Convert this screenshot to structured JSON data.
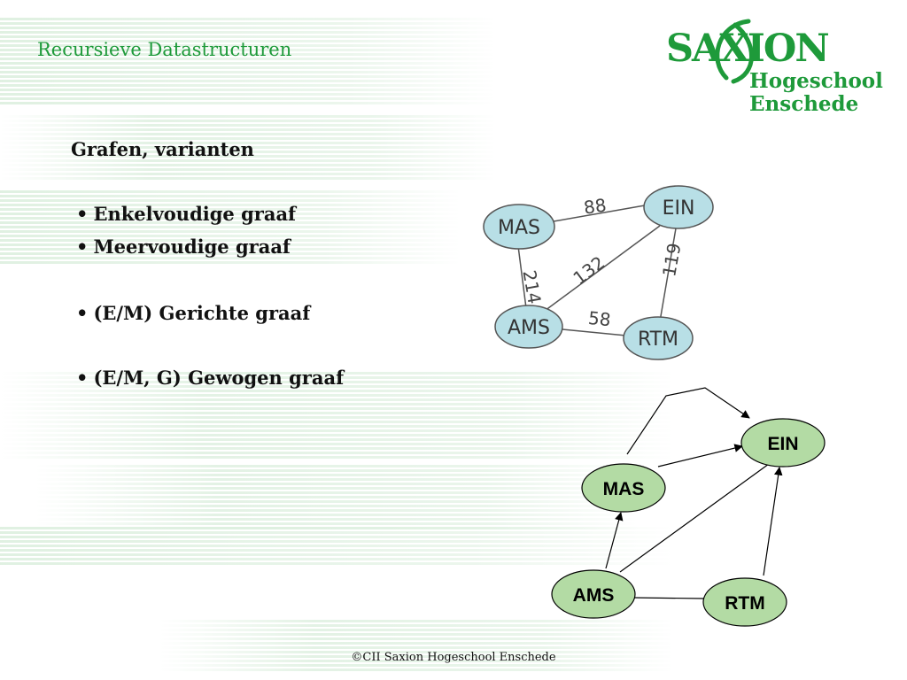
{
  "header": {
    "title": "Recursieve Datastructuren"
  },
  "logo": {
    "brand": "SAXION",
    "line1": "Hogeschool",
    "line2": "Enschede"
  },
  "content": {
    "heading": "Grafen, varianten",
    "bullet_symbol": "•",
    "bullets": [
      "Enkelvoudige graaf",
      "Meervoudige graaf",
      "(E/M) Gerichte graaf",
      "(E/M, G) Gewogen graaf"
    ]
  },
  "weighted_graph": {
    "nodes": [
      "MAS",
      "EIN",
      "AMS",
      "RTM"
    ],
    "edges": [
      {
        "from": "MAS",
        "to": "EIN",
        "weight": "88"
      },
      {
        "from": "EIN",
        "to": "RTM",
        "weight": "119"
      },
      {
        "from": "MAS",
        "to": "AMS",
        "weight": "214"
      },
      {
        "from": "AMS",
        "to": "EIN",
        "weight": "132"
      },
      {
        "from": "AMS",
        "to": "RTM",
        "weight": "58"
      }
    ],
    "node_fill": "#b8dfe6"
  },
  "directed_graph": {
    "nodes": [
      "EIN",
      "MAS",
      "AMS",
      "RTM"
    ],
    "edges": [
      {
        "from": "MAS",
        "to": "EIN",
        "directed": true
      },
      {
        "from": "MAS",
        "to": "EIN",
        "directed": true,
        "curved": true
      },
      {
        "from": "AMS",
        "to": "MAS",
        "directed": true
      },
      {
        "from": "AMS",
        "to": "EIN",
        "directed": false
      },
      {
        "from": "AMS",
        "to": "RTM",
        "directed": false
      },
      {
        "from": "RTM",
        "to": "EIN",
        "directed": true
      }
    ],
    "node_fill": "#b3dba4"
  },
  "footer": {
    "text": "©CII Saxion Hogeschool Enschede"
  },
  "colors": {
    "brand_green": "#1e9a3a",
    "stripe_green": "#e3f1e4"
  }
}
